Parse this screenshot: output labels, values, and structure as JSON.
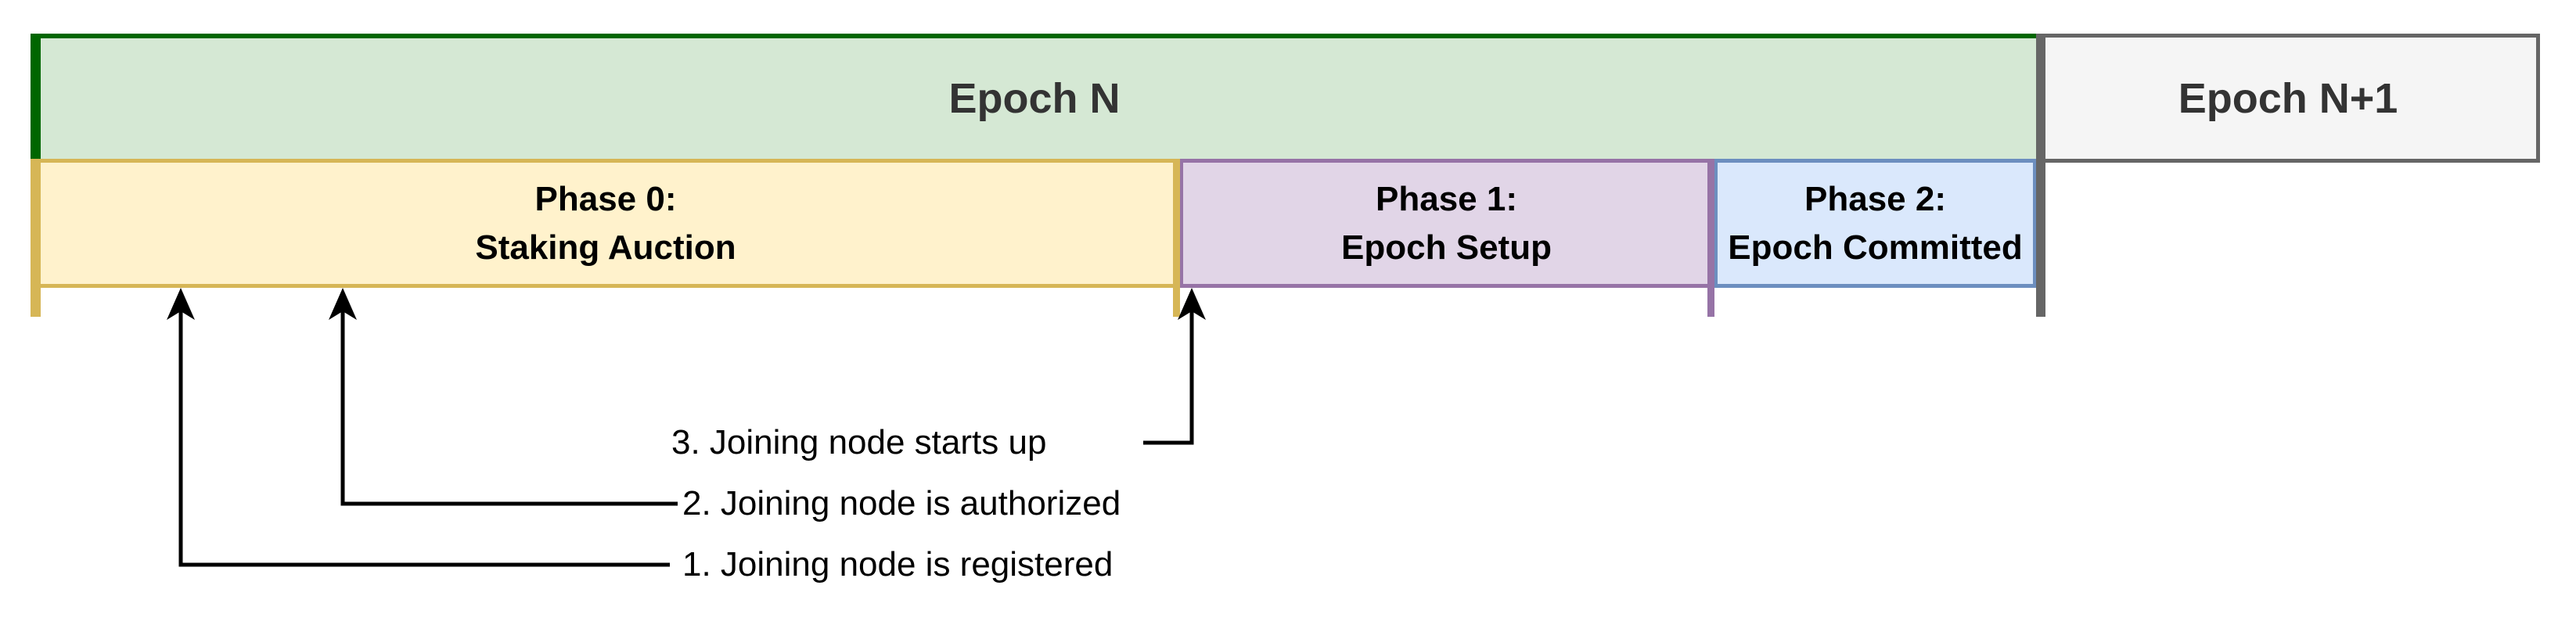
{
  "diagram": {
    "epoch_bar": {
      "label": "Epoch N"
    },
    "next_epoch_bar": {
      "label": "Epoch N+1"
    },
    "phases": [
      {
        "name": "Phase 0:",
        "subtitle": "Staking Auction"
      },
      {
        "name": "Phase 1:",
        "subtitle": "Epoch Setup"
      },
      {
        "name": "Phase 2:",
        "subtitle": "Epoch Committed"
      }
    ],
    "events": [
      {
        "label": "1. Joining node is registered"
      },
      {
        "label": "2. Joining node is authorized"
      },
      {
        "label": "3. Joining node starts up"
      }
    ],
    "colors": {
      "epoch_fill": "#d5e8d4",
      "epoch_accent": "#006600",
      "epoch_text": "#333333",
      "next_epoch_fill": "#f5f5f5",
      "next_epoch_border": "#666666",
      "phase0_fill": "#fff2cc",
      "phase0_border": "#d6b656",
      "phase1_fill": "#e1d5e7",
      "phase1_border": "#9673a6",
      "phase2_fill": "#dae8fc",
      "phase2_border": "#6c8ebf",
      "phase_text": "#000000",
      "divider": "#666666",
      "connector": "#000000",
      "event_text": "#000000"
    }
  }
}
